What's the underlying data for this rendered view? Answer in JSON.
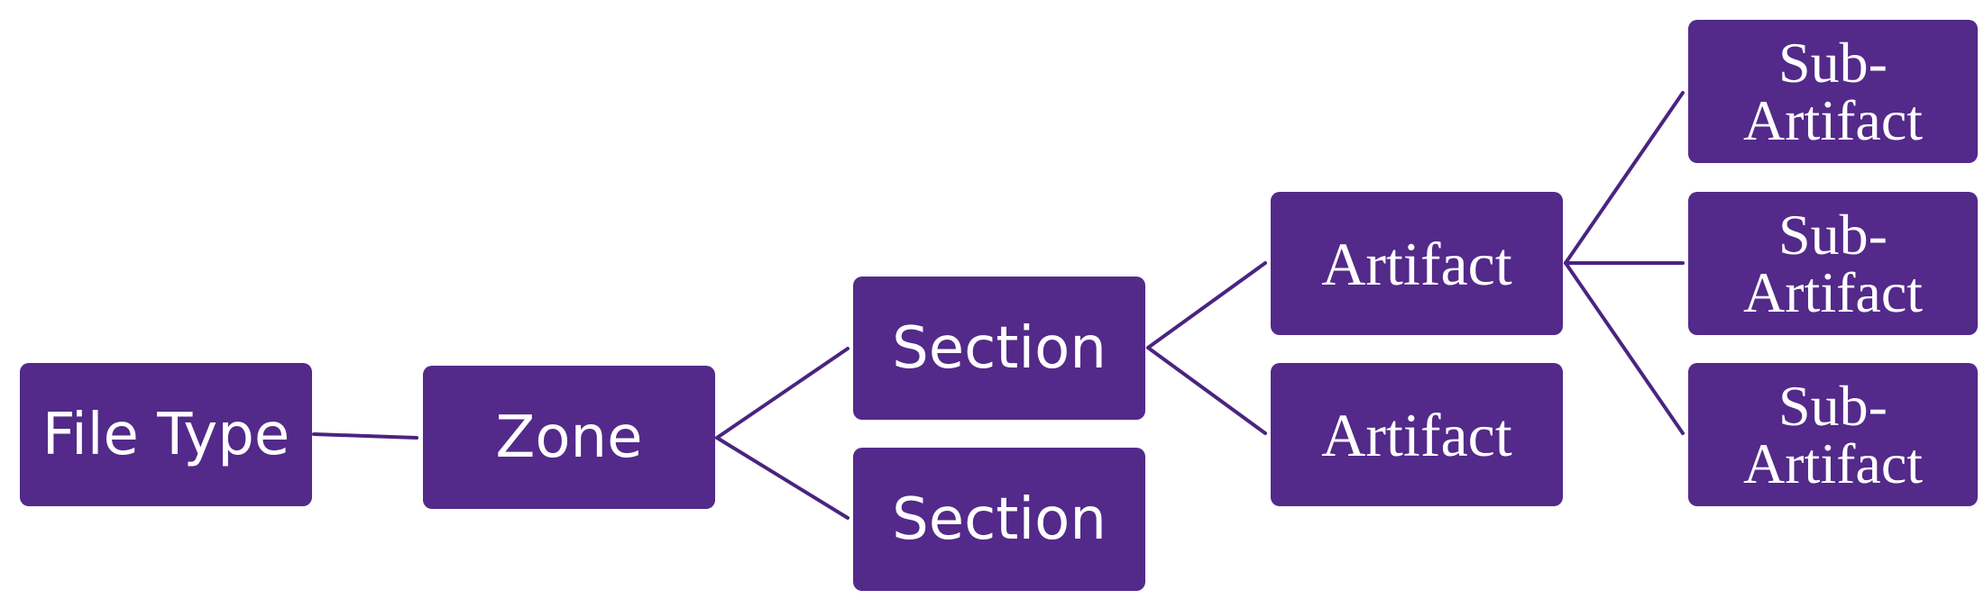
{
  "colors": {
    "node_fill": "#53298a",
    "connector": "#4a2480",
    "text": "#ffffff"
  },
  "nodes": {
    "file_type": {
      "label": "File Type"
    },
    "zone": {
      "label": "Zone"
    },
    "section_1": {
      "label": "Section"
    },
    "section_2": {
      "label": "Section"
    },
    "artifact_1": {
      "label": "Artifact"
    },
    "artifact_2": {
      "label": "Artifact"
    },
    "sub_artifact_1": {
      "line1": "Sub-",
      "line2": "Artifact"
    },
    "sub_artifact_2": {
      "line1": "Sub-",
      "line2": "Artifact"
    },
    "sub_artifact_3": {
      "line1": "Sub-",
      "line2": "Artifact"
    }
  }
}
